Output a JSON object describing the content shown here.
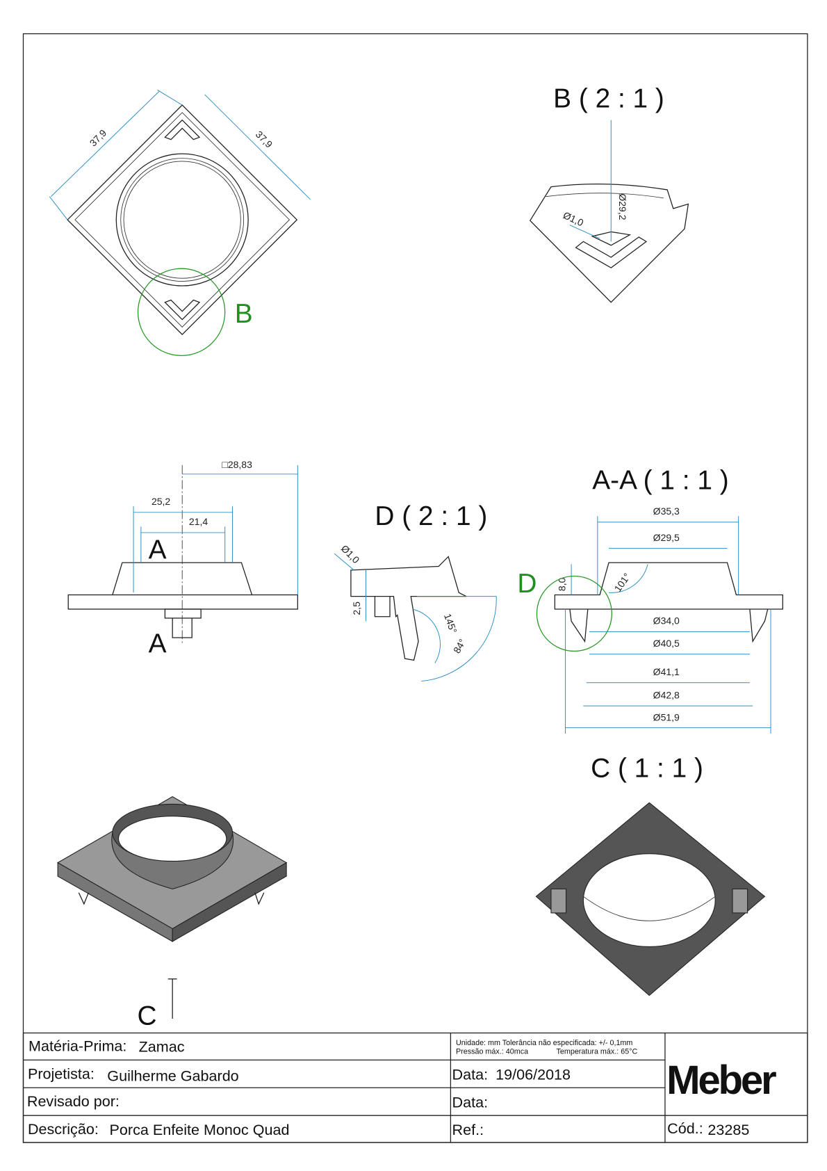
{
  "views": {
    "top": {
      "dim_left": "37,9",
      "dim_right": "37,9",
      "detail_marker": "B"
    },
    "detail_b": {
      "title": "B ( 2 : 1 )",
      "dim_hole": "Ø1,0",
      "dim_diameter": "Ø29,2"
    },
    "side": {
      "dim_square": "□28,83",
      "dim_outer": "25,2",
      "dim_inner": "21,4",
      "section_top": "A",
      "section_bottom": "A"
    },
    "detail_d": {
      "title": "D ( 2 : 1 )",
      "dim_hole": "Ø1,0",
      "dim_height": "2,5",
      "angle_1": "145°",
      "angle_2": "84°"
    },
    "section_aa": {
      "title": "A-A ( 1 : 1 )",
      "detail_marker": "D",
      "dim_height": "8,0",
      "angle": "101°",
      "diameters_top": [
        "Ø35,3",
        "Ø29,5"
      ],
      "diameters_bottom": [
        "Ø34,0",
        "Ø40,5",
        "Ø41,1",
        "Ø42,8",
        "Ø51,9"
      ]
    },
    "view_c": {
      "title": "C ( 1 : 1 )",
      "marker": "C"
    }
  },
  "title_block": {
    "material_label": "Matéria-Prima:",
    "material_value": "Zamac",
    "designer_label": "Projetista:",
    "designer_value": "Guilherme Gabardo",
    "reviewed_label": "Revisado por:",
    "description_label": "Descrição:",
    "description_value": "Porca Enfeite Monoc Quad",
    "notes_line1": "Unidade: mm Tolerância não especificada: +/- 0,1mm",
    "notes_pressure": "Pressão máx.: 40mca",
    "notes_temperature": "Temperatura máx.: 65°C",
    "date_label": "Data:",
    "date_value": "19/06/2018",
    "date2_label": "Data:",
    "ref_label": "Ref.:",
    "logo": "Meber",
    "code_label": "Cód.:",
    "code_value": "23285"
  }
}
